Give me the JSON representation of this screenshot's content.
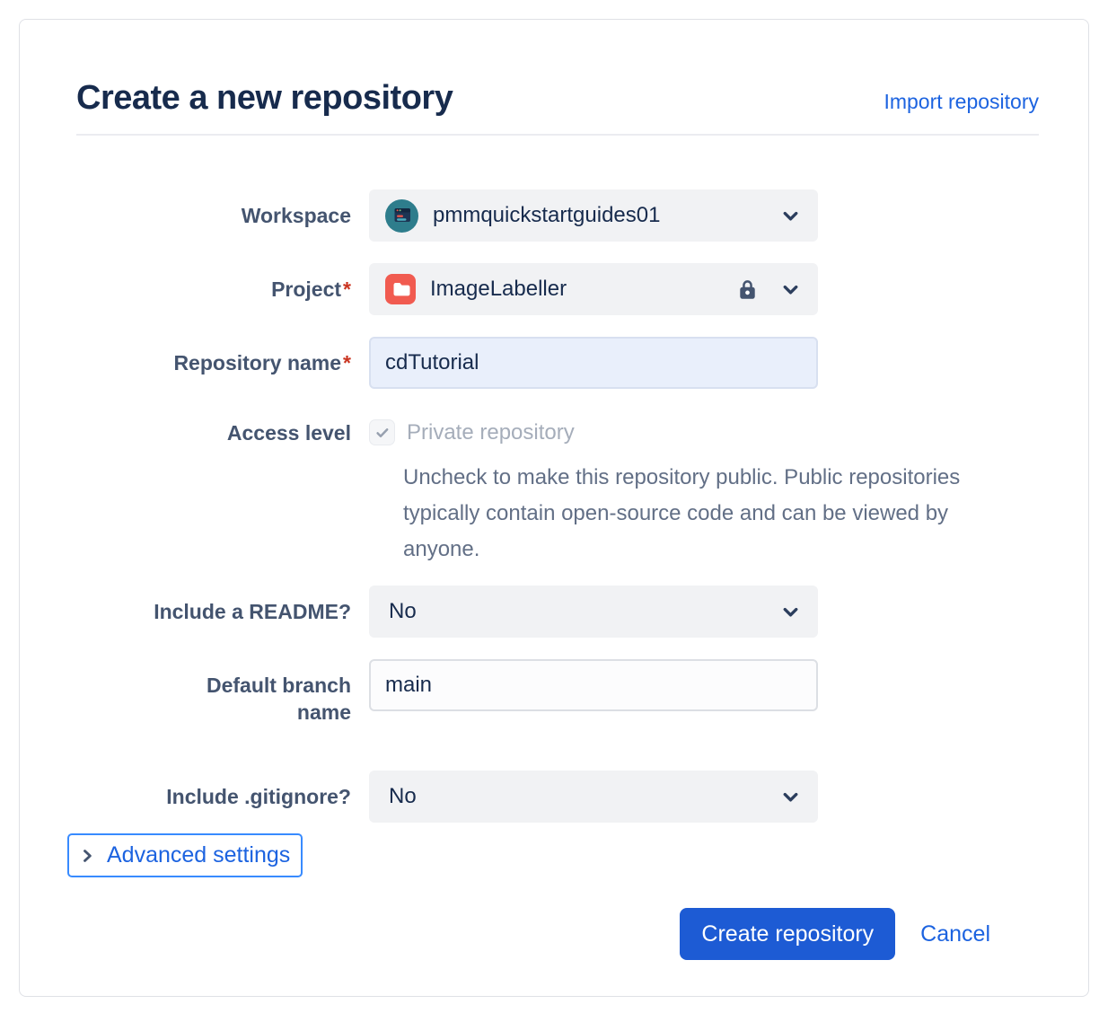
{
  "dialog": {
    "title": "Create a new repository",
    "import_link": "Import repository"
  },
  "form": {
    "workspace": {
      "label": "Workspace",
      "value": "pmmquickstartguides01"
    },
    "project": {
      "label": "Project",
      "required_marker": "*",
      "value": "ImageLabeller"
    },
    "repository_name": {
      "label": "Repository name",
      "required_marker": "*",
      "value": "cdTutorial"
    },
    "access_level": {
      "label": "Access level",
      "checkbox_label": "Private repository",
      "checkbox_state": "checked, disabled",
      "help": "Uncheck to make this repository public. Public repositories typically contain open-source code and can be viewed by anyone."
    },
    "include_readme": {
      "label": "Include a README?",
      "value": "No"
    },
    "default_branch": {
      "label": "Default branch name",
      "value": "main"
    },
    "include_gitignore": {
      "label": "Include .gitignore?",
      "value": "No"
    },
    "advanced_settings": {
      "label": "Advanced settings"
    }
  },
  "actions": {
    "create": "Create repository",
    "cancel": "Cancel"
  },
  "icons": {
    "workspace_avatar": "teal circle with browser-window illustration",
    "project_avatar": "red rounded square with white folder",
    "lock": "dark lock glyph (private project)",
    "chevron_down": "dropdown chevron",
    "chevron_right": "disclosure chevron",
    "checkmark": "gray check in disabled checkbox"
  },
  "colors": {
    "title_text": "#172B4D",
    "label_text": "#44546F",
    "help_text": "#626F86",
    "disabled_text": "#A5ADBA",
    "link_blue": "#1C63E0",
    "primary_button_blue": "#1D5BD4",
    "focus_ring_blue": "#388BFF",
    "required_red": "#CA3521",
    "field_gray_bg": "#F1F2F4",
    "repo_field_bg": "#E9EFFB",
    "workspace_avatar_teal": "#2E7D8C",
    "project_avatar_red": "#F15B50"
  }
}
